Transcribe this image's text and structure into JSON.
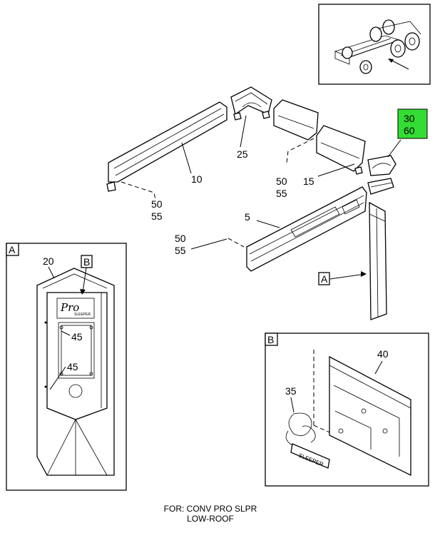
{
  "callouts": {
    "c5": "5",
    "c10": "10",
    "c15": "15",
    "c20": "20",
    "c25": "25",
    "c30": "30",
    "c60": "60",
    "c35": "35",
    "c40": "40",
    "c45a": "45",
    "c45b": "45",
    "c50a": "50",
    "c55a": "55",
    "c50b": "50",
    "c55b": "55",
    "c50c": "50",
    "c55c": "55"
  },
  "views": {
    "a_title": "A",
    "a_ref": "A",
    "b_title": "B",
    "b_ref": "B"
  },
  "emblem": {
    "script": "Pro",
    "word": "SLEEPER"
  },
  "footer": {
    "line1": "FOR: CONV PRO SLPR",
    "line2": "LOW-ROOF"
  },
  "colors": {
    "highlight": "#33dd33",
    "line": "#000000"
  }
}
